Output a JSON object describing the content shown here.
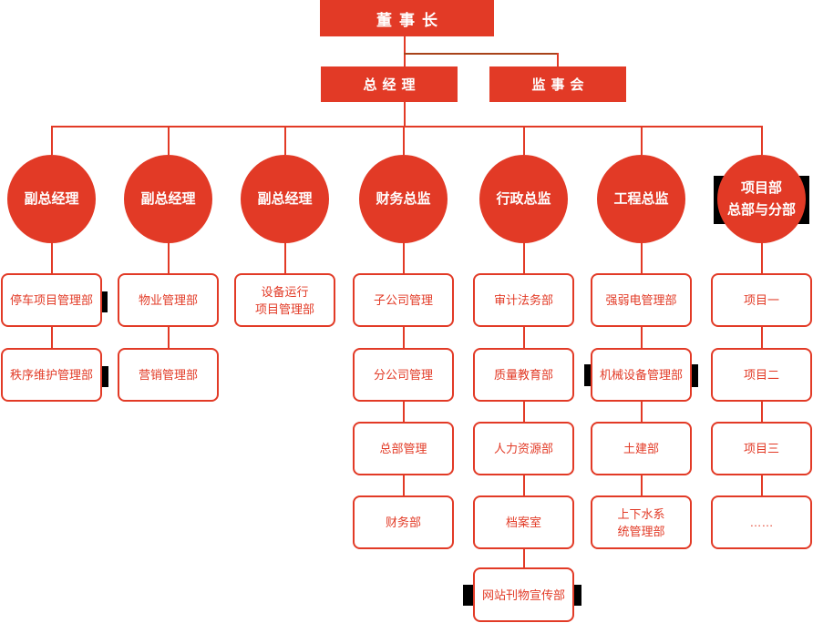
{
  "palette": {
    "primary_red": "#e23a26",
    "connector_brown": "#a8431a",
    "highlight_black": "#000000",
    "background": "#ffffff"
  },
  "org": {
    "root": {
      "label": "董事长"
    },
    "secondary": [
      {
        "label": "总经理"
      },
      {
        "label": "监事会"
      }
    ],
    "branches": [
      {
        "head": "副总经理",
        "departments": [
          "停车项目管理部",
          "秩序维护管理部"
        ]
      },
      {
        "head": "副总经理",
        "departments": [
          "物业管理部",
          "营销管理部"
        ]
      },
      {
        "head": "副总经理",
        "departments": [
          "设备运行\n项目管理部"
        ]
      },
      {
        "head": "财务总监",
        "departments": [
          "子公司管理",
          "分公司管理",
          "总部管理",
          "财务部"
        ]
      },
      {
        "head": "行政总监",
        "departments": [
          "审计法务部",
          "质量教育部",
          "人力资源部",
          "档案室",
          "网站刊物宣传部"
        ]
      },
      {
        "head": "工程总监",
        "departments": [
          "强弱电管理部",
          "机械设备管理部",
          "土建部",
          "上下水系\n统管理部"
        ]
      },
      {
        "head": "项目部\n总部与分部",
        "departments": [
          "项目一",
          "项目二",
          "项目三",
          "……"
        ]
      }
    ]
  }
}
